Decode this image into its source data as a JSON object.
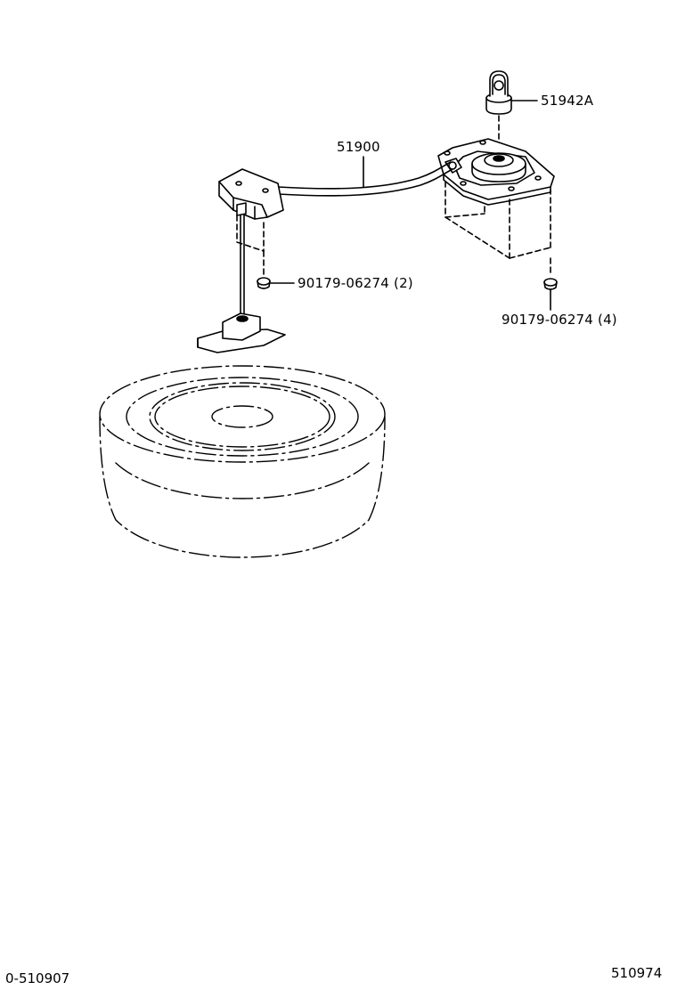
{
  "diagram": {
    "callouts": {
      "handle": "51942A",
      "carrier": "51900",
      "bolt_left": "90179-06274 (2)",
      "bolt_right": "90179-06274 (4)"
    },
    "footer": {
      "left_code": "0-510907",
      "right_code": "510974"
    }
  }
}
